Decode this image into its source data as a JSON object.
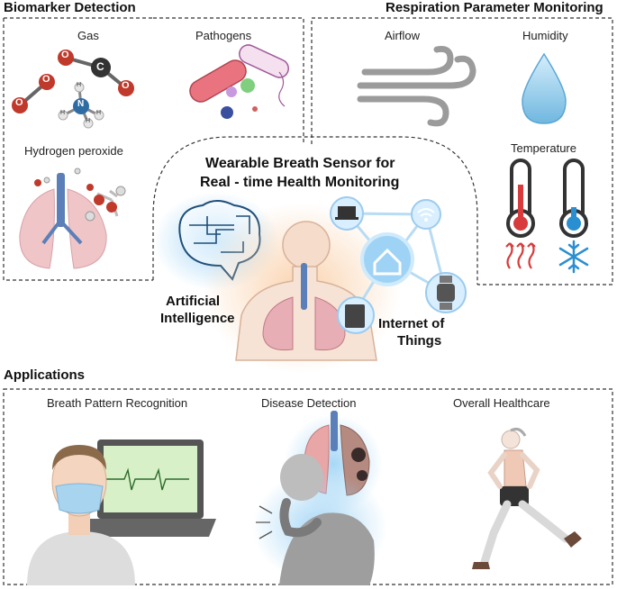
{
  "biomarker": {
    "title": "Biomarker Detection",
    "gas": "Gas",
    "pathogens": "Pathogens",
    "h2o2": "Hydrogen peroxide"
  },
  "respiration": {
    "title": "Respiration Parameter Monitoring",
    "airflow": "Airflow",
    "humidity": "Humidity",
    "temperature": "Temperature"
  },
  "center": {
    "title_line1": "Wearable Breath Sensor for",
    "title_line2": "Real - time Health Monitoring",
    "ai_line1": "Artificial",
    "ai_line2": "Intelligence",
    "iot_line1": "Internet of",
    "iot_line2": "Things"
  },
  "molecules": {
    "oxygen": "O",
    "carbon": "C",
    "nitrogen": "N",
    "hydrogen": "H"
  },
  "applications": {
    "title": "Applications",
    "breath": "Breath Pattern Recognition",
    "disease": "Disease Detection",
    "overall": "Overall Healthcare"
  },
  "colors": {
    "border": "#333333",
    "oxygen": "#c0392b",
    "carbon": "#333333",
    "nitrogen": "#2e6da4",
    "lung": "#e8b4b4",
    "trachea": "#5b7fb8",
    "water": "#7cc0e6",
    "hot": "#d83b3b",
    "cold": "#2a8fd0",
    "glow": "#bfe0f7",
    "screen": "#d8f0c8"
  }
}
